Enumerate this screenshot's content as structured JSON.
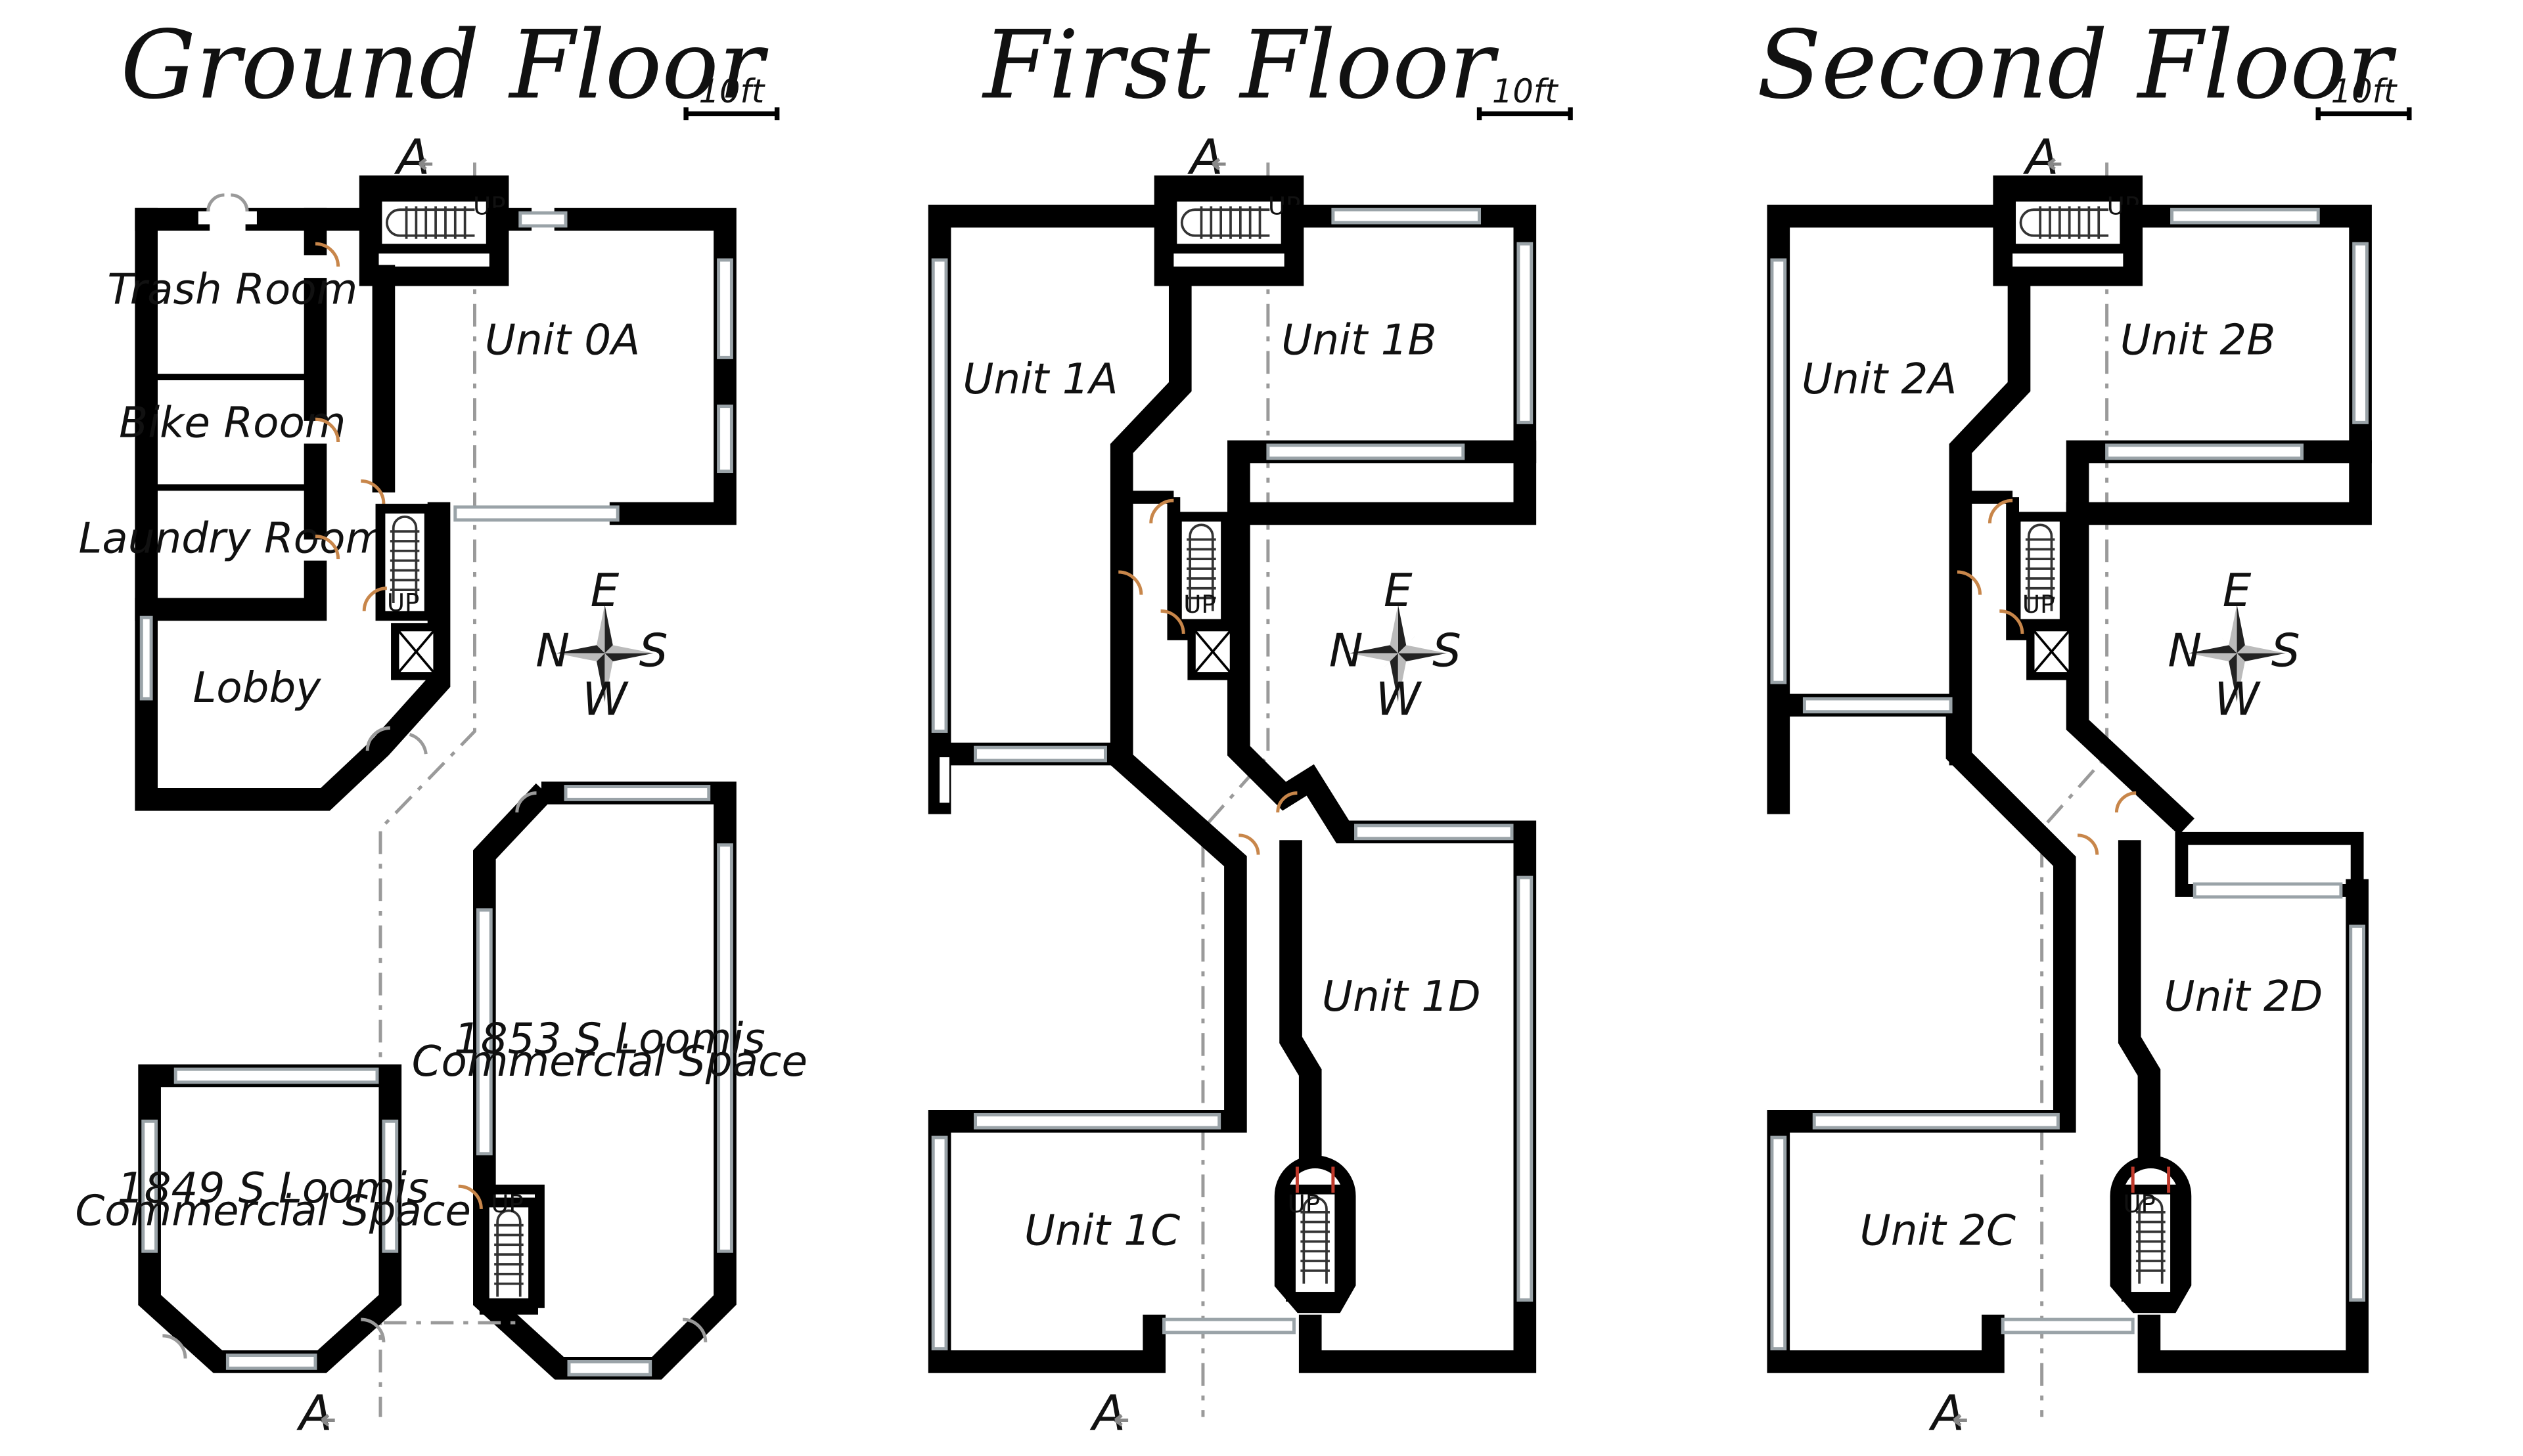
{
  "floors": [
    {
      "title": "Ground Floor",
      "scale": "10ft",
      "section_marker": "A",
      "rooms": [
        "Trash Room",
        "Bike Room",
        "Laundry Room",
        "Lobby",
        "Unit 0A"
      ],
      "commercial": [
        {
          "line1": "1853 S Loomis",
          "line2": "Commercial Space"
        },
        {
          "line1": "1849 S Loomis",
          "line2": "Commercial Space"
        }
      ]
    },
    {
      "title": "First Floor",
      "scale": "10ft",
      "section_marker": "A",
      "rooms": [
        "Unit 1A",
        "Unit 1B",
        "Unit 1C",
        "Unit 1D"
      ]
    },
    {
      "title": "Second Floor",
      "scale": "10ft",
      "section_marker": "A",
      "rooms": [
        "Unit 2A",
        "Unit 2B",
        "Unit 2C",
        "Unit 2D"
      ]
    }
  ],
  "compass": {
    "n": "N",
    "s": "S",
    "e": "E",
    "w": "W"
  },
  "stair_label": "UP"
}
